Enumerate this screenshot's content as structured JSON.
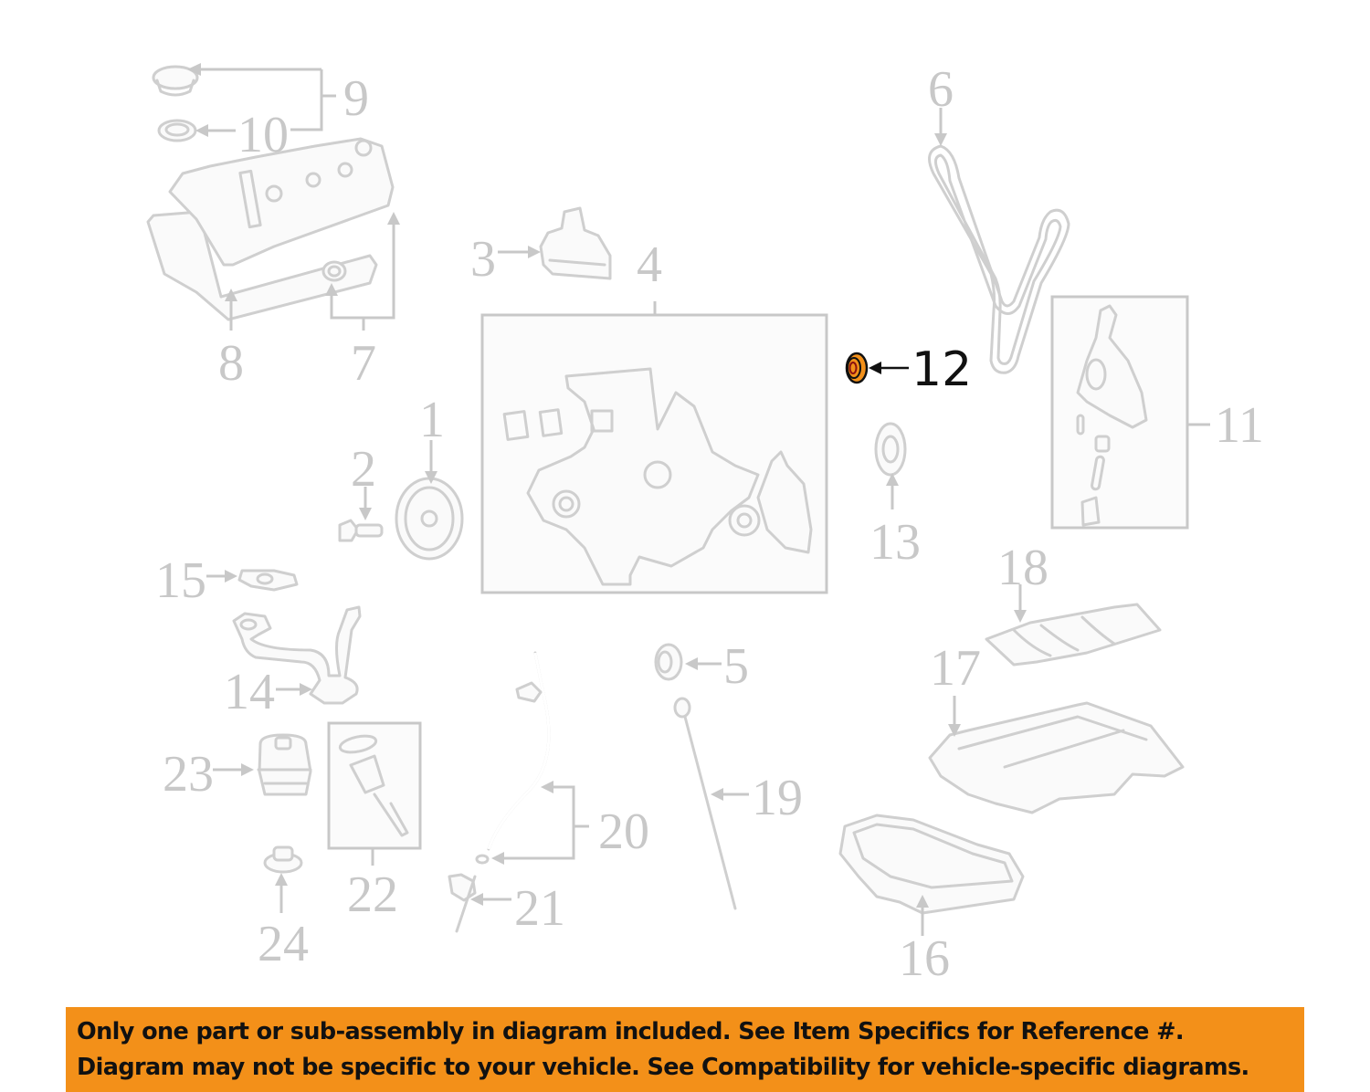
{
  "diagram": {
    "highlighted_part": "12",
    "highlight_color": "#f39019",
    "callout_color": "#c8c8c8",
    "callouts": [
      {
        "id": "1",
        "label": "1"
      },
      {
        "id": "2",
        "label": "2"
      },
      {
        "id": "3",
        "label": "3"
      },
      {
        "id": "4",
        "label": "4"
      },
      {
        "id": "5",
        "label": "5"
      },
      {
        "id": "6",
        "label": "6"
      },
      {
        "id": "7",
        "label": "7"
      },
      {
        "id": "8",
        "label": "8"
      },
      {
        "id": "9",
        "label": "9"
      },
      {
        "id": "10",
        "label": "10"
      },
      {
        "id": "11",
        "label": "11"
      },
      {
        "id": "12",
        "label": "12"
      },
      {
        "id": "13",
        "label": "13"
      },
      {
        "id": "14",
        "label": "14"
      },
      {
        "id": "15",
        "label": "15"
      },
      {
        "id": "16",
        "label": "16"
      },
      {
        "id": "17",
        "label": "17"
      },
      {
        "id": "18",
        "label": "18"
      },
      {
        "id": "19",
        "label": "19"
      },
      {
        "id": "20",
        "label": "20"
      },
      {
        "id": "21",
        "label": "21"
      },
      {
        "id": "22",
        "label": "22"
      },
      {
        "id": "23",
        "label": "23"
      },
      {
        "id": "24",
        "label": "24"
      }
    ]
  },
  "banner": {
    "background": "#f39019",
    "line1": "Only one part or sub-assembly in diagram included. See Item Specifics for Reference #.",
    "line2": "Diagram may not be specific to your vehicle. See Compatibility for vehicle-specific diagrams."
  }
}
